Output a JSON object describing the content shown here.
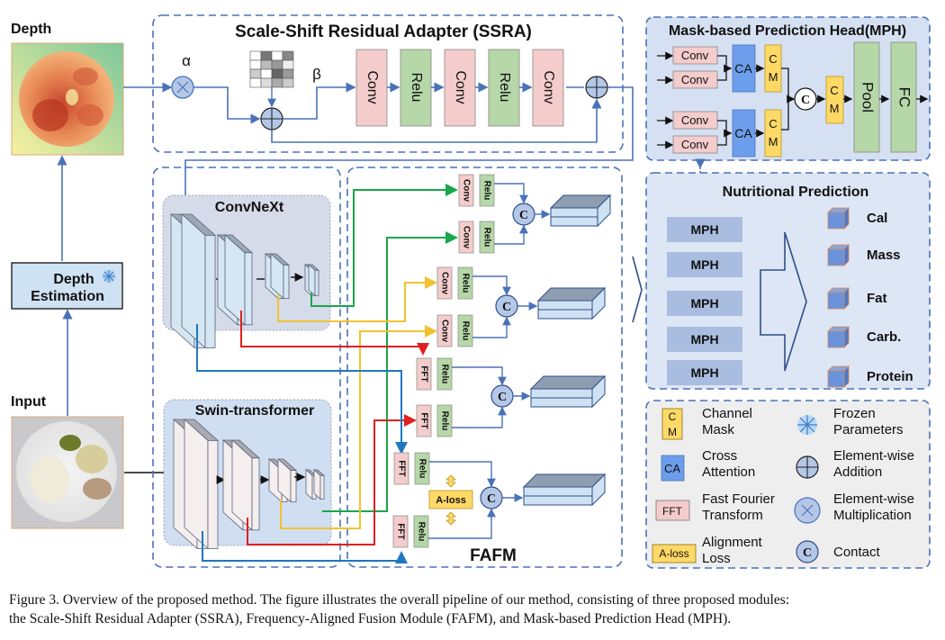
{
  "depth": {
    "label": "Depth"
  },
  "input": {
    "label": "Input"
  },
  "depth_estimation": {
    "line1": "Depth",
    "line2": "Estimation",
    "frozen": true
  },
  "ssra": {
    "title": "Scale-Shift Residual Adapter (SSRA)",
    "alpha": "α",
    "beta": "β",
    "blocks": [
      "Conv",
      "Relu",
      "Conv",
      "Relu",
      "Conv"
    ]
  },
  "backbones": {
    "convnext": "ConvNeXt",
    "swin": "Swin-transformer"
  },
  "fafm": {
    "title": "FAFM",
    "rows": [
      {
        "op": "Conv",
        "act": "Relu"
      },
      {
        "op": "Conv",
        "act": "Relu"
      },
      {
        "op": "Conv",
        "act": "Relu"
      },
      {
        "op": "Conv",
        "act": "Relu"
      },
      {
        "op": "FFT",
        "act": "Relu"
      },
      {
        "op": "FFT",
        "act": "Relu"
      },
      {
        "op": "FFT",
        "act": "Relu"
      },
      {
        "op": "FFT",
        "act": "Relu"
      }
    ],
    "concat": "C",
    "aloss": "A-loss"
  },
  "mph": {
    "title": "Mask-based Prediction Head(MPH)",
    "conv": "Conv",
    "ca": "CA",
    "cm_c": "C",
    "cm_m": "M",
    "concat": "C",
    "pool": "Pool",
    "fc": "FC"
  },
  "nutrition": {
    "title": "Nutritional Prediction",
    "mph_items": [
      "MPH",
      "MPH",
      "MPH",
      "MPH",
      "MPH"
    ],
    "outputs": [
      "Cal",
      "Mass",
      "Fat",
      "Carb.",
      "Protein"
    ]
  },
  "legend": {
    "items": [
      {
        "icon": "C\nM",
        "l1": "Channel",
        "l2": "Mask"
      },
      {
        "icon": "CA",
        "l1": "Cross",
        "l2": "Attention"
      },
      {
        "icon": "FFT",
        "l1": "Fast Fourier",
        "l2": "Transform"
      },
      {
        "icon": "A-loss",
        "l1": "Alignment",
        "l2": "Loss"
      },
      {
        "icon": "snowflake",
        "l1": "Frozen",
        "l2": "Parameters"
      },
      {
        "icon": "plus",
        "l1": "Element-wise",
        "l2": "Addition"
      },
      {
        "icon": "times",
        "l1": "Element-wise",
        "l2": "Multiplication"
      },
      {
        "icon": "C",
        "l1": "Contact",
        "l2": ""
      }
    ]
  },
  "colors": {
    "conv": "#f4cccc",
    "relu": "#b6d7a8",
    "ca": "#6d9eeb",
    "cm": "#ffd966",
    "line_blue": "#4a72b8",
    "green": "#1aa64a",
    "yellow": "#f2c230",
    "red": "#e02020",
    "teal_blue": "#1f77c0"
  },
  "caption": {
    "line1": "Figure 3. Overview of the proposed method. The figure illustrates the overall pipeline of our method, consisting of three proposed modules:",
    "line2": "the Scale-Shift Residual Adapter (SSRA), Frequency-Aligned Fusion Module (FAFM), and Mask-based Prediction Head (MPH)."
  }
}
